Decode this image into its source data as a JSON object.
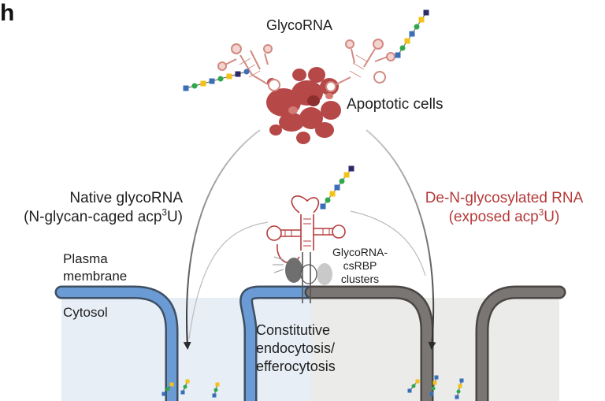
{
  "panel": {
    "letter": "h"
  },
  "labels": {
    "glycorna": "GlycoRNA",
    "apoptotic_cells": "Apoptotic cells",
    "native_line1": "Native glycoRNA",
    "native_line2_pre": "(N-glycan-caged acp",
    "native_sup": "3",
    "native_line2_post": "U)",
    "deg_line1": "De-N-glycosylated RNA",
    "deg_line2_pre": "(exposed acp",
    "deg_sup": "3",
    "deg_line2_post": "U)",
    "plasma_line1": "Plasma",
    "plasma_line2": "membrane",
    "cytosol": "Cytosol",
    "cluster_line1": "GlycoRNA-",
    "cluster_line2": "csRBP",
    "cluster_line3": "clusters",
    "endo_line1": "Constitutive",
    "endo_line2": "endocytosis/",
    "endo_line3": "efferocytosis"
  },
  "colors": {
    "membrane_blue": "#6b9bd4",
    "membrane_grey": "#7a7674",
    "cytosol_blue": "#e7eef6",
    "cytosol_grey": "#ebebea",
    "apoptotic_red": "#b64848",
    "rna_red": "#b63a3a",
    "label_red": "#b63a3a"
  }
}
